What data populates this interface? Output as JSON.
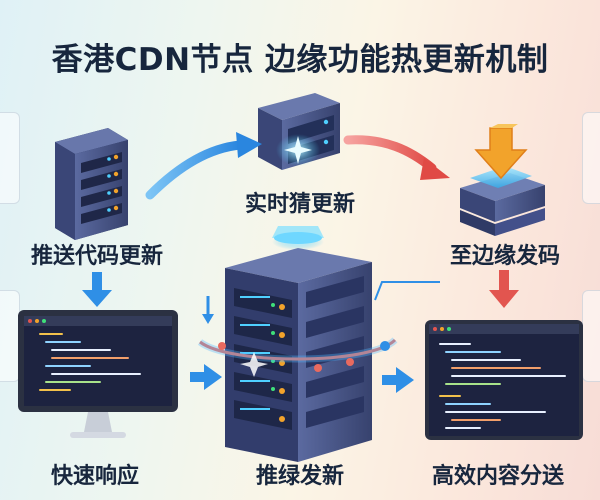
{
  "title": "香港CDN节点 边缘功能热更新机制",
  "steps": {
    "push_code": "推送代码更新",
    "realtime": "实时猜更新",
    "to_edge": "至边缘发码",
    "fast_response": "快速响应",
    "push_publish": "推绿发新",
    "efficient": "高效内容分送"
  },
  "colors": {
    "title": "#17263d",
    "server_body": "#3c4a78",
    "server_face": "#4f5d92",
    "accent_blue": "#2f8fe6",
    "accent_red": "#e2554f",
    "accent_orange": "#f2a32b",
    "screen": "#1d2340"
  },
  "icons": [
    "server-icon",
    "arrow-right-icon",
    "arrow-down-icon",
    "download-icon",
    "monitor-icon",
    "code-window-icon"
  ]
}
